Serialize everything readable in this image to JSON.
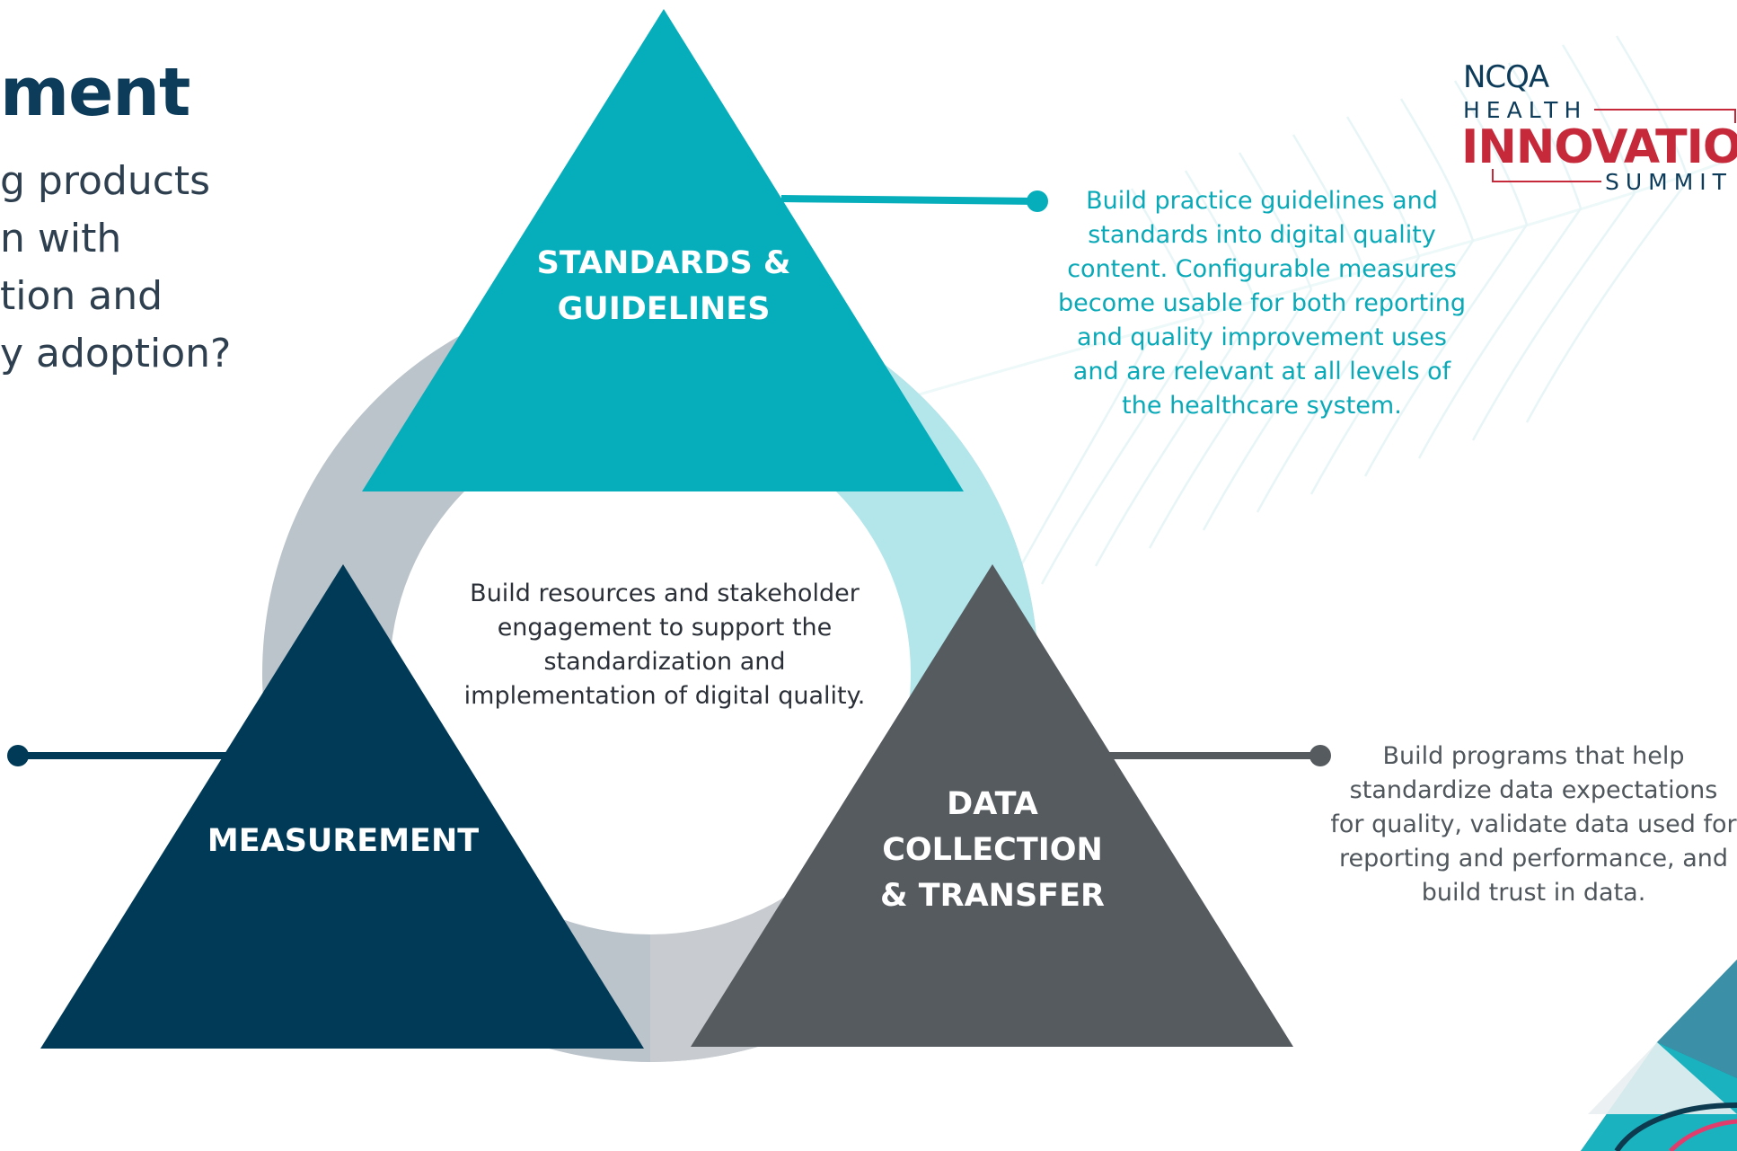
{
  "slide": {
    "title": "ment",
    "question_lines": [
      "g products",
      "n with",
      "tion and",
      "y adoption?"
    ]
  },
  "logo": {
    "line1": "NCQA",
    "line2": "HEALTH",
    "line3": "INNOVATION",
    "line4": "SUMMIT"
  },
  "diagram": {
    "standards": {
      "label_lines": [
        "STANDARDS &",
        "GUIDELINES"
      ],
      "description": "Build practice guidelines and standards into digital quality content. Configurable measures become usable for both reporting and quality improvement uses and are relevant at all levels of the healthcare system."
    },
    "measurement": {
      "label_lines": [
        "MEASUREMENT"
      ]
    },
    "data_collection": {
      "label_lines": [
        "DATA",
        "COLLECTION",
        "& TRANSFER"
      ],
      "description": "Build programs that help standardize data expectations for quality, validate data used for reporting and performance, and build trust in data."
    },
    "center_text": "Build resources and stakeholder engagement to support the standardization and implementation of digital quality."
  },
  "colors": {
    "standards": "#06aebb",
    "measurement": "#003a57",
    "data_collection": "#565b60",
    "ring_gray": "#bcc4cb",
    "ring_teal": "#b2e6ea",
    "logo_red": "#c62a3a",
    "navy": "#0d3b5a"
  }
}
